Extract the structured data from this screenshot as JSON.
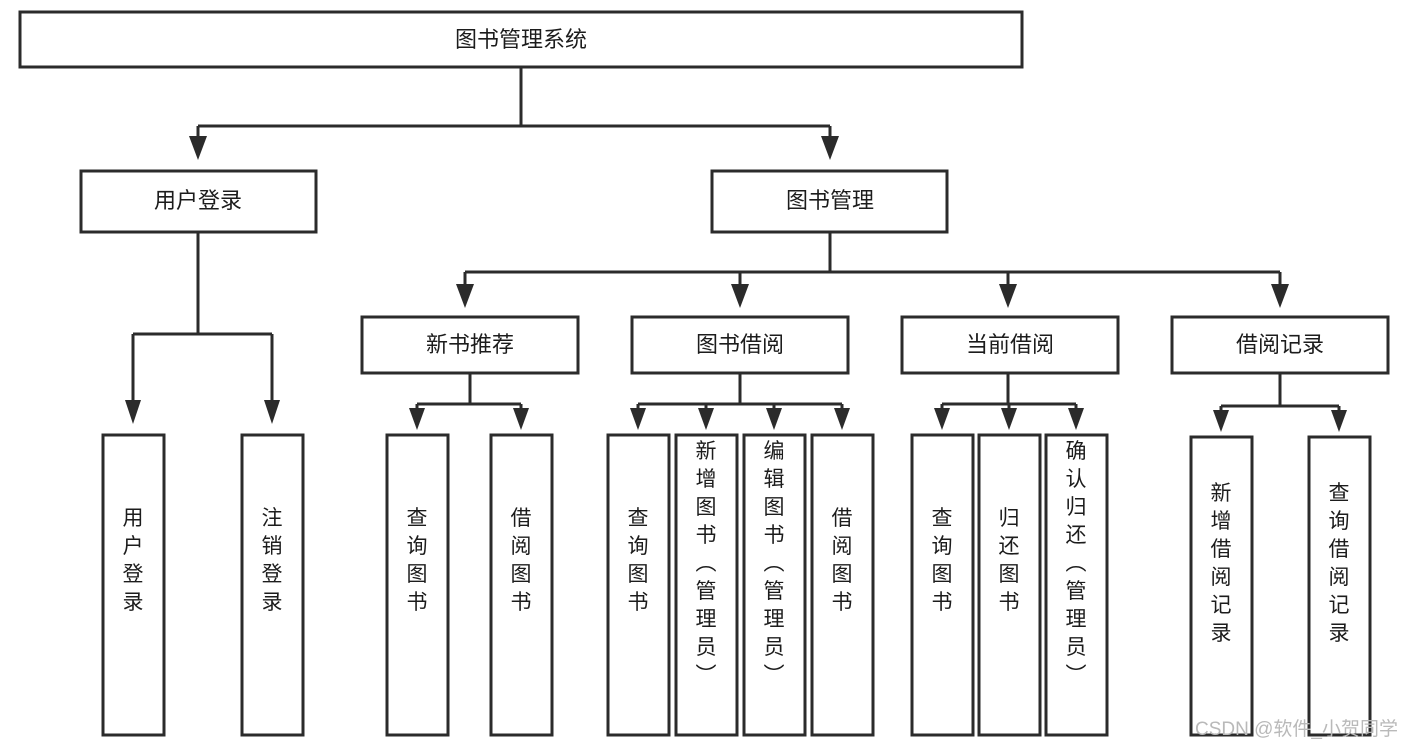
{
  "diagram": {
    "type": "hierarchy-tree",
    "title": "图书管理系统",
    "levels": 4,
    "root": {
      "label": "图书管理系统"
    },
    "level2": [
      {
        "label": "用户登录"
      },
      {
        "label": "图书管理"
      }
    ],
    "level3": [
      {
        "label": "新书推荐"
      },
      {
        "label": "图书借阅"
      },
      {
        "label": "当前借阅"
      },
      {
        "label": "借阅记录"
      }
    ],
    "leaves": {
      "user_login": [
        {
          "label": "用户登录"
        },
        {
          "label": "注销登录"
        }
      ],
      "new_book_recommend": [
        {
          "label": "查询图书"
        },
        {
          "label": "借阅图书"
        }
      ],
      "book_borrow": [
        {
          "label": "查询图书"
        },
        {
          "label": "新增图书（管理员）"
        },
        {
          "label": "编辑图书（管理员）"
        },
        {
          "label": "借阅图书"
        }
      ],
      "current_borrow": [
        {
          "label": "查询图书"
        },
        {
          "label": "归还图书"
        },
        {
          "label": "确认归还（管理员）"
        }
      ],
      "borrow_record": [
        {
          "label": "新增借阅记录"
        },
        {
          "label": "查询借阅记录"
        }
      ]
    }
  },
  "watermark": {
    "text": "CSDN @软件_小贺同学"
  },
  "colors": {
    "stroke": "#2b2b2b",
    "fill": "#ffffff",
    "text": "#1c1c1c",
    "watermark": "#b9b9b9"
  }
}
